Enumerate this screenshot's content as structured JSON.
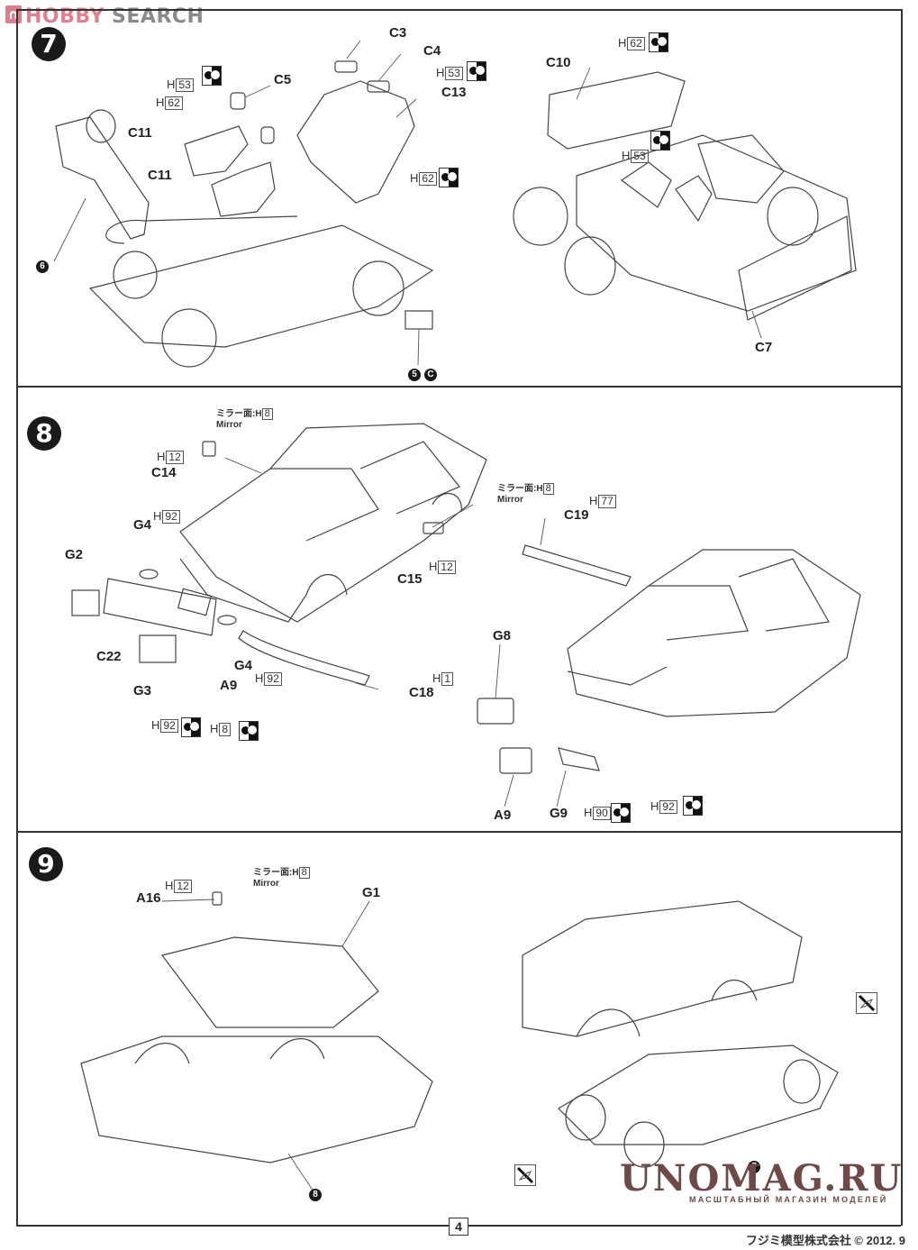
{
  "watermark": {
    "logo_glyph": "∩",
    "brand_part1": "HOBBY",
    "brand_part2": " SEARCH"
  },
  "steps": [
    {
      "number": "7",
      "labels": [
        "C3",
        "C4",
        "C5",
        "C11",
        "C11",
        "C13",
        "C10",
        "C7"
      ],
      "paints": [
        {
          "prefix": "H",
          "code": "53"
        },
        {
          "prefix": "H",
          "code": "62"
        },
        {
          "prefix": "H",
          "code": "53"
        },
        {
          "prefix": "H",
          "code": "62"
        },
        {
          "prefix": "H",
          "code": "62"
        },
        {
          "prefix": "H",
          "code": "53"
        }
      ],
      "refs": [
        "6",
        "5",
        "C"
      ]
    },
    {
      "number": "8",
      "labels": [
        "C14",
        "G4",
        "G2",
        "C22",
        "G3",
        "A9",
        "G4",
        "C15",
        "C18",
        "C19",
        "G8",
        "A9",
        "G9"
      ],
      "paints": [
        {
          "prefix": "H",
          "code": "12"
        },
        {
          "prefix": "H",
          "code": "92"
        },
        {
          "prefix": "H",
          "code": "92"
        },
        {
          "prefix": "H",
          "code": "92"
        },
        {
          "prefix": "H",
          "code": "8"
        },
        {
          "prefix": "H",
          "code": "12"
        },
        {
          "prefix": "H",
          "code": "1"
        },
        {
          "prefix": "H",
          "code": "77"
        },
        {
          "prefix": "H",
          "code": "90"
        },
        {
          "prefix": "H",
          "code": "92"
        }
      ],
      "mirror_notes": [
        {
          "jp": "ミラー面:H",
          "code": "8",
          "en": "Mirror"
        },
        {
          "jp": "ミラー面:H",
          "code": "8",
          "en": "Mirror"
        }
      ]
    },
    {
      "number": "9",
      "labels": [
        "A16",
        "G1"
      ],
      "paints": [
        {
          "prefix": "H",
          "code": "12"
        }
      ],
      "mirror_notes": [
        {
          "jp": "ミラー面:H",
          "code": "8",
          "en": "Mirror"
        }
      ],
      "refs": [
        "8",
        "7"
      ]
    }
  ],
  "footer": {
    "page_number": "4",
    "copyright": "フジミ模型株式会社 © 2012. 9",
    "shop_watermark": "UNOMAG.RU",
    "shop_tagline": "МАСШТАБНЫЙ МАГАЗИН МОДЕЛЕЙ"
  }
}
